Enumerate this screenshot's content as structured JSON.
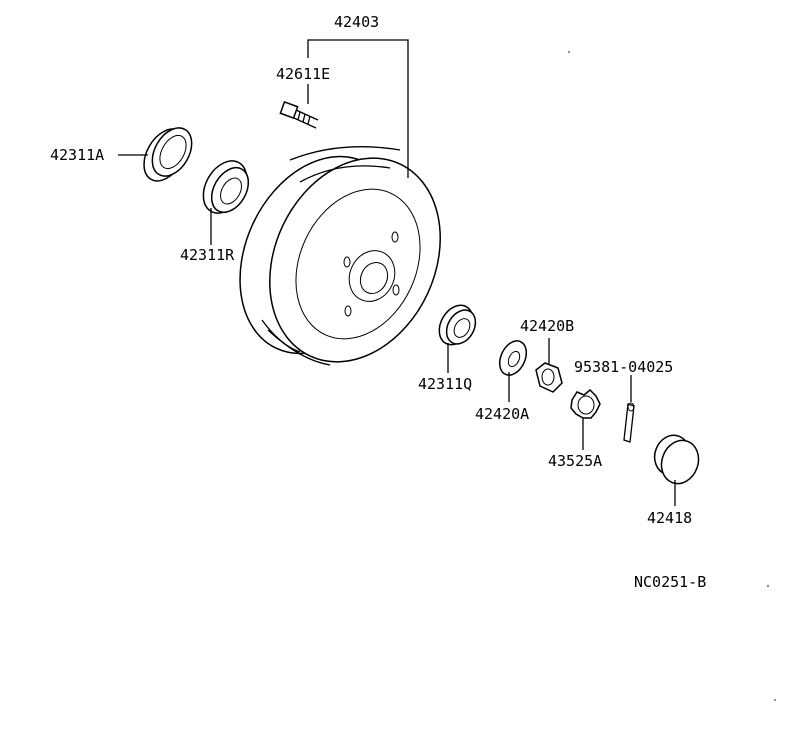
{
  "diagram": {
    "drawing_code": "NC0251-B",
    "parts": {
      "brake_drum": "42403",
      "hub_bolt": "42611E",
      "outer_oil_seal": "42311A",
      "inner_bearing": "42311R",
      "outer_bearing": "42311Q",
      "washer": "42420A",
      "nut": "42420B",
      "cotter_pin": "95381-04025",
      "nut_lock_cap": "43525A",
      "grease_cap": "42418"
    }
  }
}
